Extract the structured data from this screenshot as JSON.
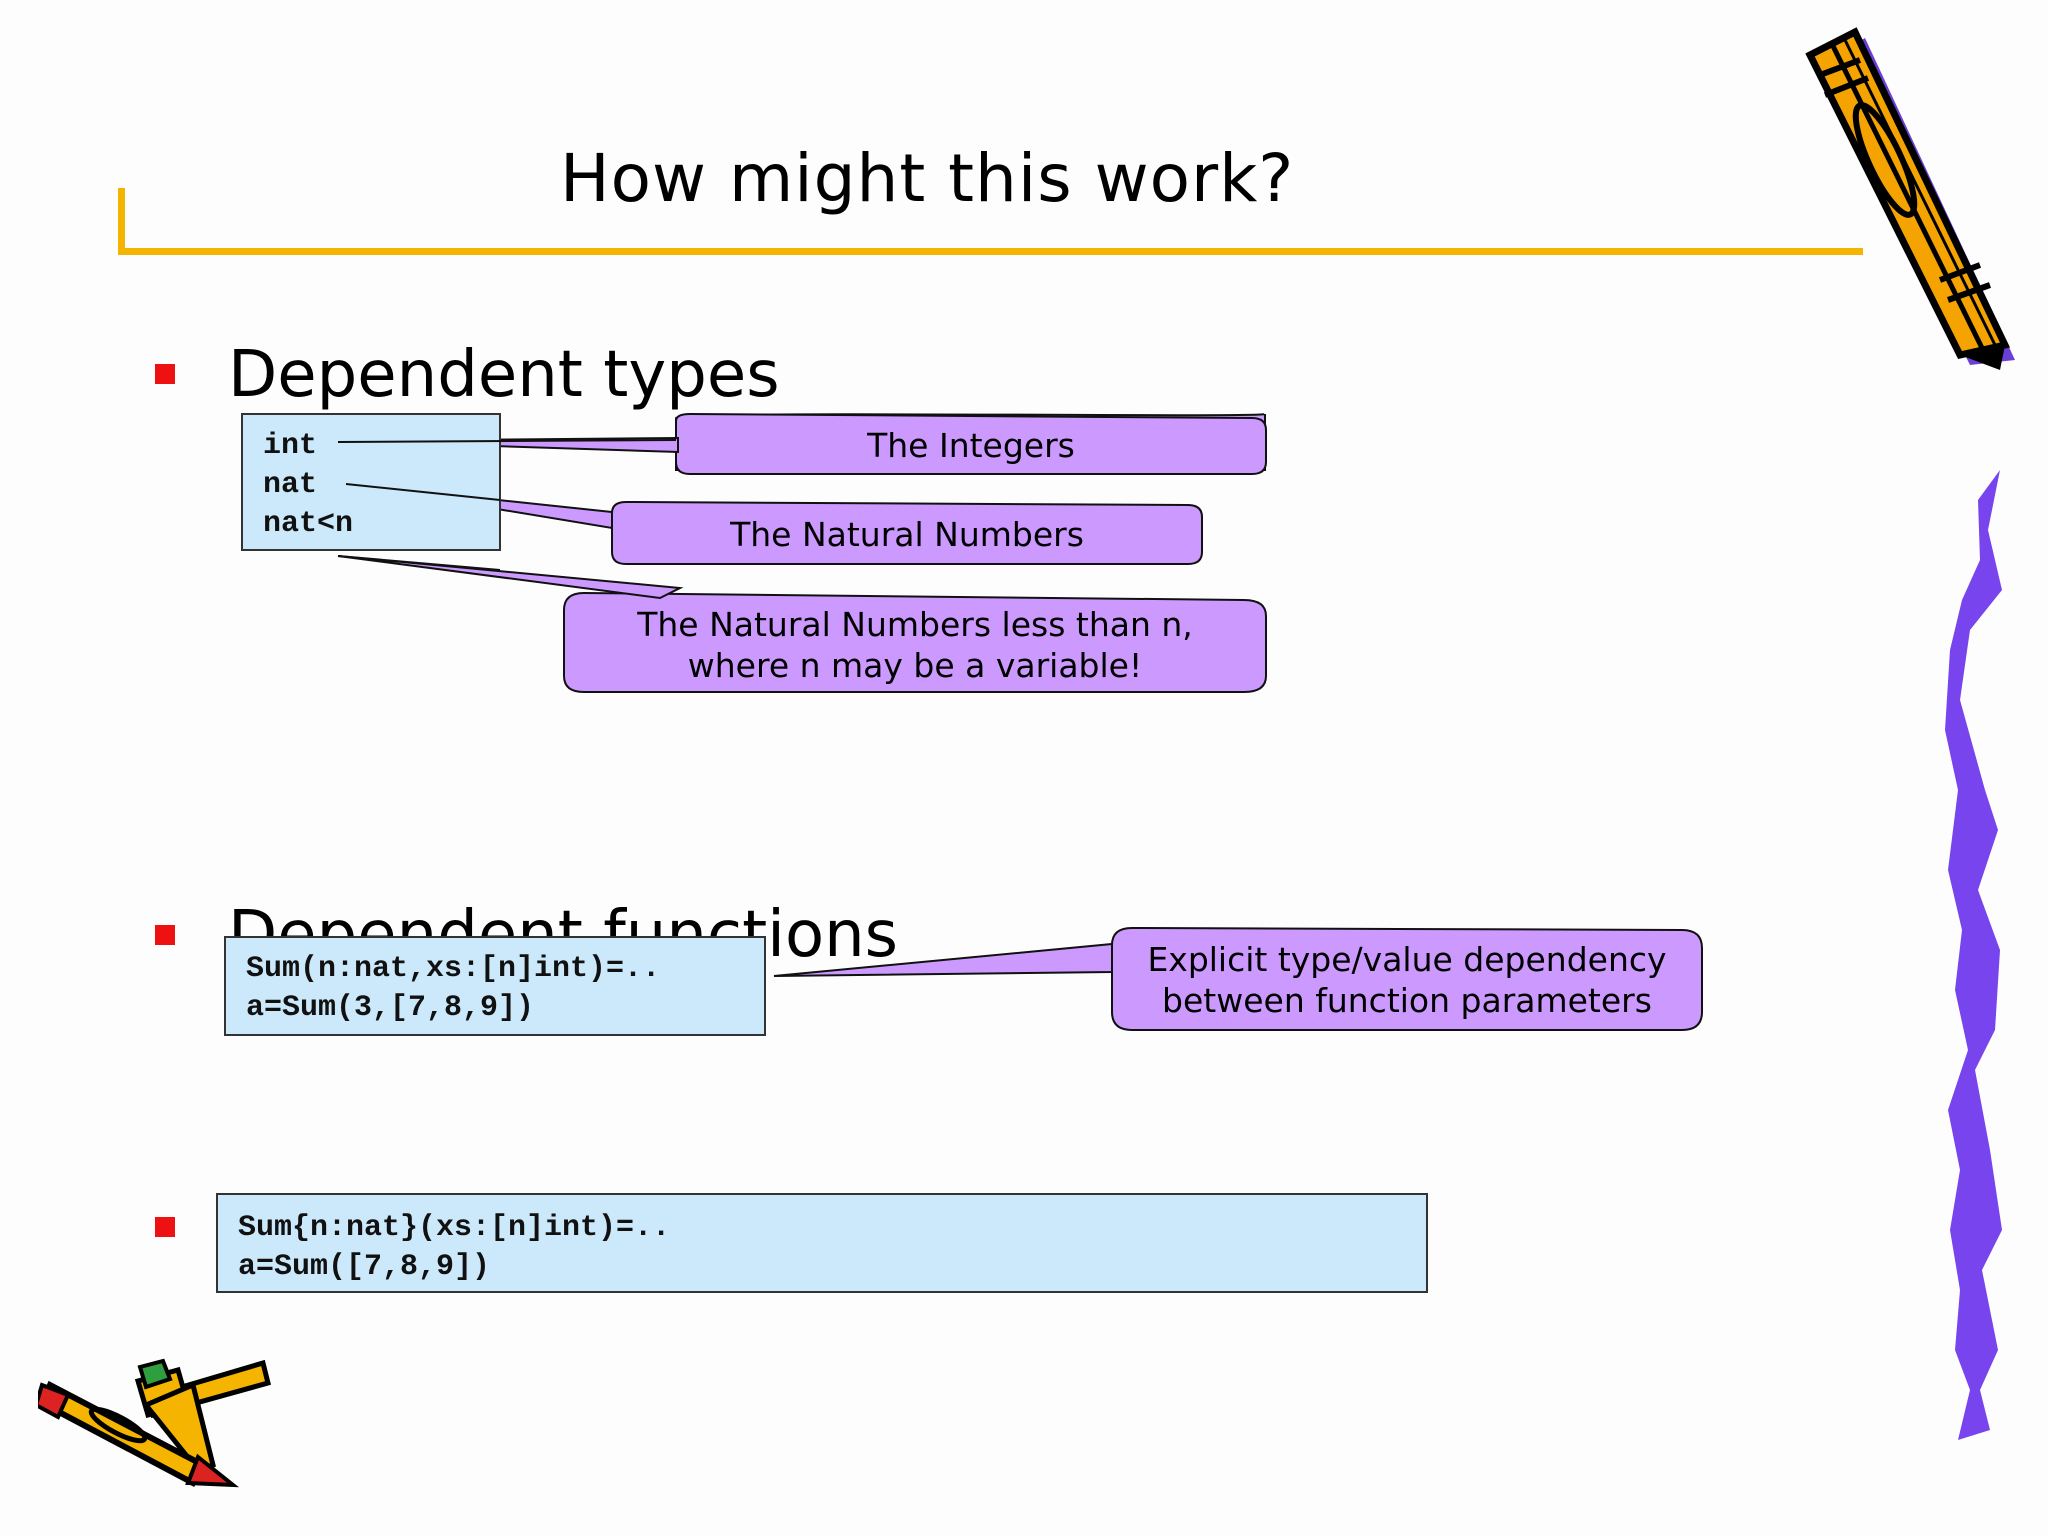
{
  "slide": {
    "title": "How might this work?",
    "section1": {
      "heading": "Dependent types",
      "code_lines": [
        "int",
        "nat",
        "nat<n"
      ],
      "callouts": [
        "The Integers",
        "The Natural Numbers",
        "The Natural Numbers less than n,",
        "where n may be a variable!"
      ]
    },
    "section2": {
      "heading": "Dependent functions",
      "code_lines": [
        "Sum(n:nat,xs:[n]int)=..",
        "a=Sum(3,[7,8,9])"
      ],
      "callout_lines": [
        "Explicit type/value dependency",
        "between function parameters"
      ]
    },
    "section3": {
      "code_lines": [
        "Sum{n:nat}(xs:[n]int)=..",
        "a=Sum([7,8,9])"
      ]
    }
  },
  "colors": {
    "accent_rule": "#f4b400",
    "bullet": "#ee1111",
    "code_bg": "#cce8fb",
    "callout_bg": "#cc99ff",
    "squiggle": "#7744ee"
  },
  "decorations": {
    "top_right": "pencil-clipart-icon",
    "bottom_left": "crossed-pencils-clipart-icon",
    "right_edge": "squiggle-line"
  }
}
